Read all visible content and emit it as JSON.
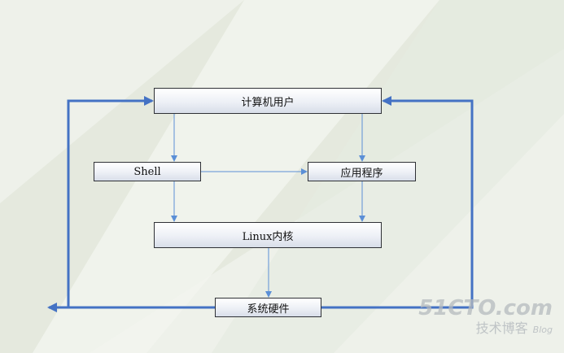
{
  "nodes": {
    "user": "计算机用户",
    "shell": "Shell",
    "apps": "应用程序",
    "kernel": "Linux内核",
    "hardware": "系统硬件"
  },
  "watermark": {
    "main": "51CTO.com",
    "sub": "技术博客",
    "blog": "Blog"
  },
  "colors": {
    "background": "#eef1ea",
    "loop_arrow": "#4472c4",
    "flow_arrow": "#5b8fd6"
  }
}
